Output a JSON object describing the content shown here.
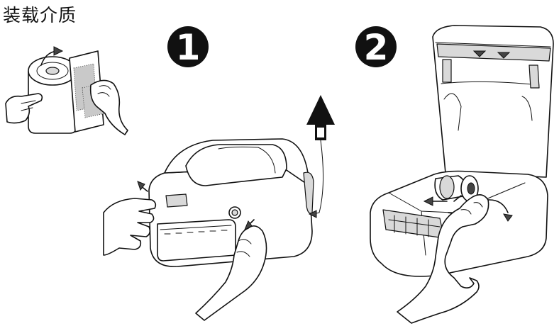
{
  "title": "装载介质",
  "steps": [
    {
      "number": "1"
    },
    {
      "number": "2"
    }
  ]
}
